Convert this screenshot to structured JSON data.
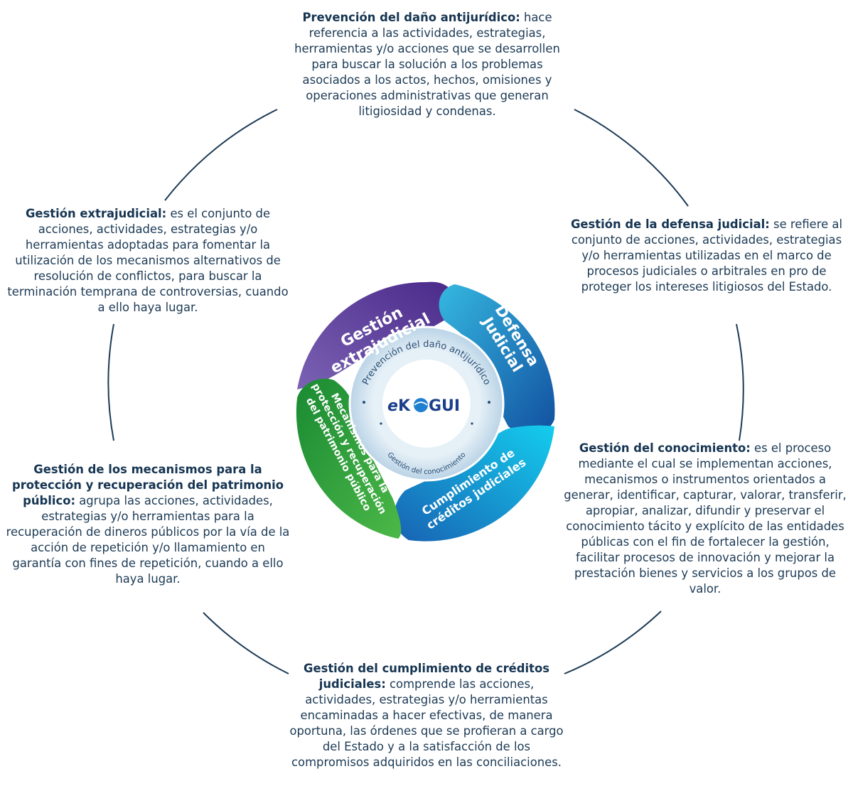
{
  "descriptions": {
    "top": {
      "title": "Prevención del daño antijurídico:",
      "body": "hace referencia a las actividades, estrategias, herramientas y/o acciones que se desarrollen para buscar la solución a los problemas asociados a los actos, hechos, omisiones y operaciones administrativas que generan litigiosidad y condenas."
    },
    "left": {
      "title": "Gestión extrajudicial:",
      "body": "es el conjunto de acciones, actividades, estrategias y/o herramientas adoptadas para fomentar la utilización de los mecanismos alternativos de resolución de conflictos, para buscar la terminación temprana de controversias, cuando a ello haya lugar."
    },
    "right": {
      "title": "Gestión de la defensa judicial:",
      "body": "se refiere al conjunto de acciones, actividades, estrategias y/o herramientas utilizadas en el marco de procesos judiciales o arbitrales en pro de proteger los intereses litigiosos del Estado."
    },
    "right_lower": {
      "title": "Gestión del conocimiento:",
      "body": "es el proceso mediante el cual se implementan acciones, mecanismos o instrumentos orientados a generar, identificar, capturar, valorar, transferir, apropiar, analizar, difundir y preservar el conocimiento tácito y explícito de las entidades públicas con el fin de fortalecer la gestión, facilitar procesos de innovación y mejorar la prestación bienes y servicios a los grupos de valor."
    },
    "left_lower": {
      "title": "Gestión de los mecanismos para la protección y recuperación del patrimonio público:",
      "body": "agrupa las acciones, actividades, estrategias y/o herramientas para la recuperación de dineros públicos por la vía de la acción de repetición y/o llamamiento en garantía con fines de repetición, cuando a ello haya lugar."
    },
    "bottom": {
      "title": "Gestión del cumplimiento de créditos judiciales:",
      "body": "comprende las acciones, actividades, estrategias y/o herramientas encaminadas a hacer efectivas, de manera oportuna, las órdenes que se profieran a cargo del Estado y a la satisfacción de los compromisos adquiridos en las conciliaciones."
    }
  },
  "wheel": {
    "segments": {
      "extrajudicial": {
        "line1": "Gestión",
        "line2": "extrajudicial",
        "color_a": "#7a5fb0",
        "color_b": "#4f2f8e"
      },
      "defensa": {
        "line1": "Defensa",
        "line2": "Judicial",
        "color_a": "#2fb3de",
        "color_b": "#1458a6"
      },
      "creditos": {
        "line1": "Cumplimiento de",
        "line2": "créditos judiciales",
        "color_a": "#12c8ea",
        "color_b": "#1769b8"
      },
      "mecanismos": {
        "line1": "Mecanismos para la",
        "line2": "protección y recuperación",
        "line3": "del patrimonio público",
        "color_a": "#3fb34a",
        "color_b": "#137a2f"
      }
    },
    "ring_top": "Prevención del daño antijurídico",
    "ring_bottom": "Gestión del conocimiento",
    "logo": {
      "e": "e",
      "k": "K",
      "o": "O",
      "gui": "GUI",
      "color_dark": "#1b3f8c",
      "color_light": "#1f7fd0"
    }
  },
  "colors": {
    "outer_circle": "#1c3a55"
  }
}
